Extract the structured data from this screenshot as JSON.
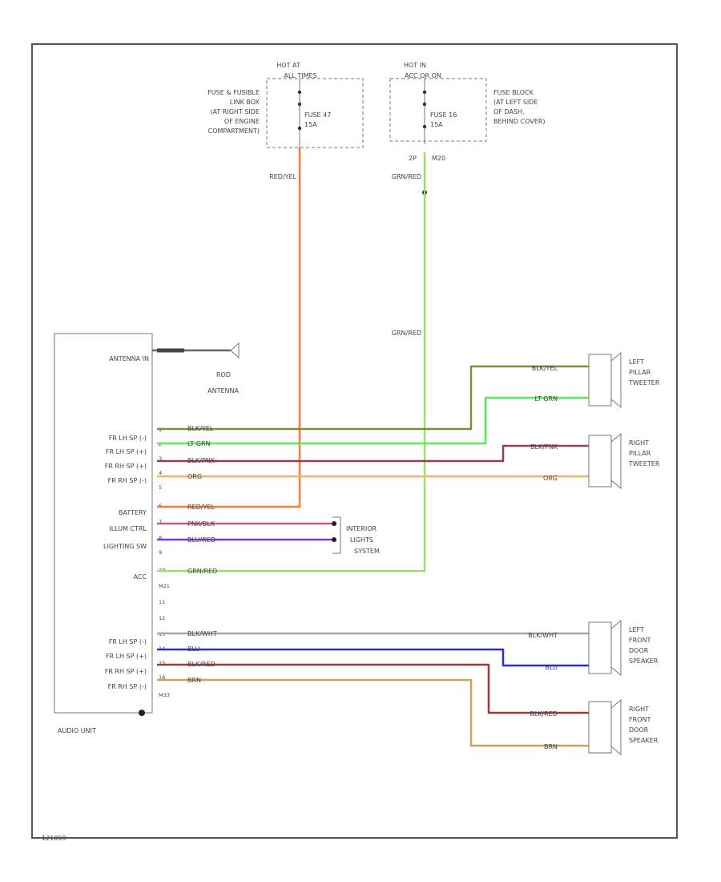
{
  "header": {
    "hot1": [
      "HOT AT",
      "ALL TIMES"
    ],
    "hot2": [
      "HOT IN",
      "ACC OR ON"
    ],
    "fuse_link_box": [
      "FUSE & FUSIBLE",
      "LINK BOX",
      "(AT RIGHT SIDE",
      "OF ENGINE",
      "COMPARTMENT)"
    ],
    "fuse_block": [
      "FUSE BLOCK",
      "(AT LEFT SIDE",
      "OF DASH,",
      "BEHIND COVER)"
    ],
    "fuse1": [
      "FUSE 47",
      "15A"
    ],
    "fuse2": [
      "FUSE 16",
      "15A"
    ],
    "conn1": "2P",
    "conn2": "M20"
  },
  "audio_unit": {
    "name": "AUDIO UNIT",
    "antenna_label": "ANTENNA IN",
    "rod_antenna": [
      "ROD",
      "ANTENNA"
    ],
    "pin_labels": [
      "FR LH SP (-)",
      "FR LH SP (+)",
      "FR RH SP (+)",
      "FR RH SP (-)",
      "",
      "BATTERY",
      "ILLUM CTRL",
      "LIGHTING SW",
      "",
      "ACC",
      "",
      "",
      "",
      "FR LH SP (-)",
      "FR LH SP (+)",
      "FR RH SP (+)",
      "FR RH SP (-)"
    ],
    "pins": [
      "1",
      "2",
      "3",
      "4",
      "5",
      "6",
      "7",
      "8",
      "9",
      "10",
      "M21",
      "11",
      "12",
      "13",
      "14",
      "15",
      "16",
      "M33"
    ]
  },
  "wires": {
    "battery": "RED/YEL",
    "acc_top": "GRN/RED",
    "acc_mid": "GRN/RED",
    "w1": "BLK/YEL",
    "w2": "LT GRN",
    "w3": "BLK/PNK",
    "w4": "ORG",
    "w6": "RED/YEL",
    "w7": "PNK/BLK",
    "w8": "BLU/RED",
    "w10": "GRN/RED",
    "w13": "BLK/WHT",
    "w14": "BLU",
    "w15": "BLK/RED",
    "w16": "BRN"
  },
  "right_labels": {
    "lp_top": "BLK/YEL",
    "lp_bot": "LT GRN",
    "rp_top": "BLK/PNK",
    "rp_bot": "ORG",
    "lf_top": "BLK/WHT",
    "lf_bot": "BLU",
    "rf_top": "BLK/RED",
    "rf_bot": "BRN"
  },
  "components": {
    "left_pillar": [
      "LEFT",
      "PILLAR",
      "TWEETER"
    ],
    "right_pillar": [
      "RIGHT",
      "PILLAR",
      "TWEETER"
    ],
    "left_front": [
      "LEFT",
      "FRONT",
      "DOOR",
      "SPEAKER"
    ],
    "right_front": [
      "RIGHT",
      "FRONT",
      "DOOR",
      "SPEAKER"
    ],
    "interior_lights": [
      "INTERIOR",
      "LIGHTS",
      "SYSTEM"
    ]
  },
  "footer": {
    "code": "121059"
  },
  "colors": {
    "red_yel": "#ff7a3a",
    "grn_red": "#9adf6a",
    "blk_yel": "#8a8a3a",
    "lt_grn": "#55ee55",
    "blk_pnk": "#9a3a5a",
    "org": "#ffb066",
    "pnk_blk": "#c35a8a",
    "blu_red": "#7a3add",
    "blk_wht": "#a8a8a8",
    "blu": "#2a2aee",
    "blk_red": "#9a3a3a",
    "brn": "#c9a45a"
  }
}
